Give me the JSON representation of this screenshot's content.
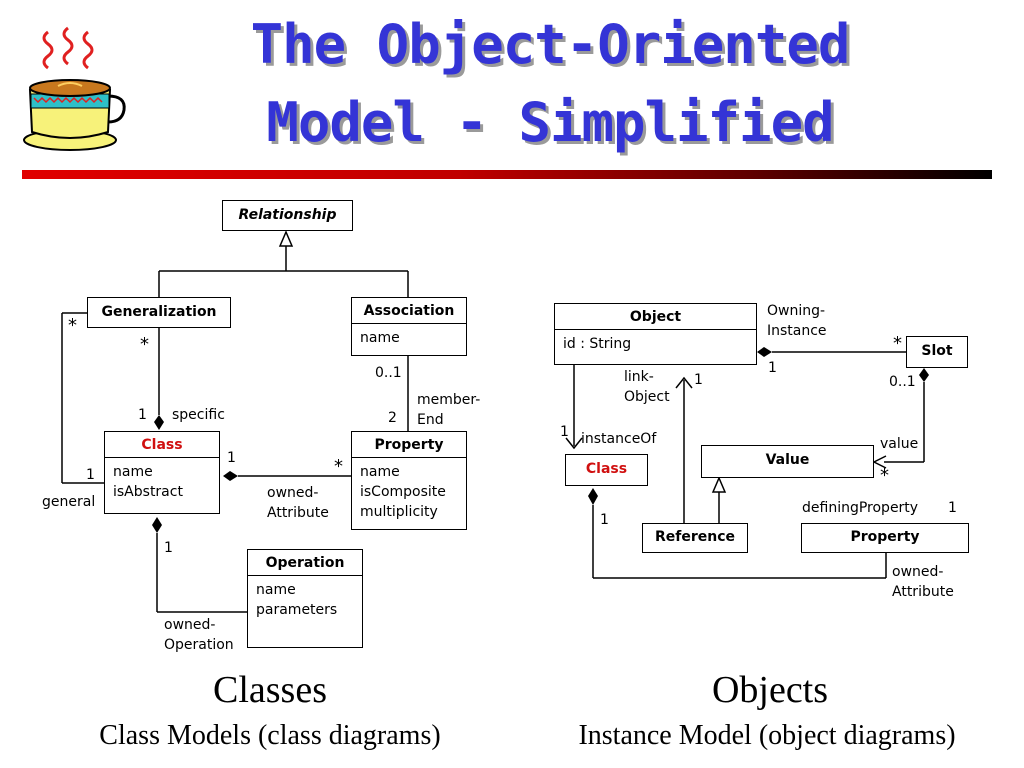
{
  "title": {
    "line1": "The Object-Oriented",
    "line2": "Model - Simplified"
  },
  "logo_icon": "coffee-cup-icon",
  "class_diagram": {
    "relationship": "Relationship",
    "generalization": "Generalization",
    "association": {
      "name": "Association",
      "attr": "name"
    },
    "class": {
      "name": "Class",
      "attrs": [
        "name",
        "isAbstract"
      ]
    },
    "property": {
      "name": "Property",
      "attrs": [
        "name",
        "isComposite",
        "multiplicity"
      ]
    },
    "operation": {
      "name": "Operation",
      "attrs": [
        "name",
        "parameters"
      ]
    },
    "labels": {
      "star_general": "*",
      "star_specific": "*",
      "one_specific": "1",
      "specific": "specific",
      "one_general": "1",
      "general": "general",
      "one_owned_attr": "1",
      "star_owned_attr": "*",
      "owned_attribute": [
        "owned-",
        "Attribute"
      ],
      "zero_one": "0..1",
      "member_end": [
        "member-",
        "End"
      ],
      "two": "2",
      "one_operation": "1",
      "owned_operation": [
        "owned-",
        "Operation"
      ]
    }
  },
  "object_diagram": {
    "object": {
      "name": "Object",
      "attr": "id : String"
    },
    "slot": "Slot",
    "class": "Class",
    "value": "Value",
    "reference": "Reference",
    "property": "Property",
    "labels": {
      "owning_instance": [
        "Owning-",
        "Instance"
      ],
      "star_slot": "*",
      "one_owning": "1",
      "link_object": [
        "link-",
        "Object"
      ],
      "one_link": "1",
      "zero_one": "0..1",
      "one_instance": "1",
      "instance_of": "instanceOf",
      "value": "value",
      "star_value": "*",
      "defining_property": "definingProperty",
      "one_defining": "1",
      "one_class": "1",
      "owned_attribute": [
        "owned-",
        "Attribute"
      ]
    }
  },
  "captions": {
    "classes": "Classes",
    "classes_sub": "Class Models (class diagrams)",
    "objects": "Objects",
    "objects_sub": "Instance Model (object diagrams)"
  }
}
